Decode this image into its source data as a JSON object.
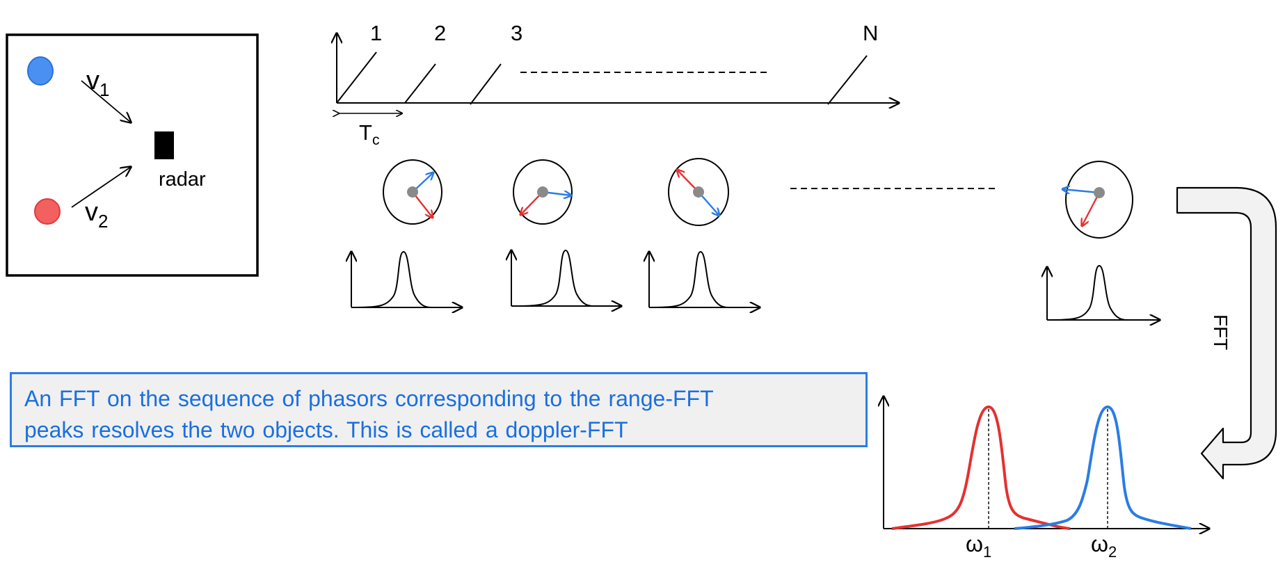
{
  "scene": {
    "radar_label": "radar",
    "velocity_1": {
      "main": "v",
      "sub": "1"
    },
    "velocity_2": {
      "main": "v",
      "sub": "2"
    }
  },
  "chirp_timeline": {
    "chirp_labels": [
      "1",
      "2",
      "3",
      "N"
    ],
    "period_label": {
      "main": "T",
      "sub": "c"
    }
  },
  "fft_arrow_label": "FFT",
  "callout": {
    "line1": "An FFT on the sequence of phasors corresponding to the range-FFT",
    "line2": "peaks resolves the two objects. This is called a doppler-FFT"
  },
  "doppler_spectrum": {
    "peak_labels": [
      {
        "main": "ω",
        "sub": "1"
      },
      {
        "main": "ω",
        "sub": "2"
      }
    ]
  },
  "colors": {
    "object_1": "#3b82f0",
    "object_2": "#f05050",
    "callout_text": "#1a6fe0",
    "callout_border": "#2a7ce6"
  }
}
